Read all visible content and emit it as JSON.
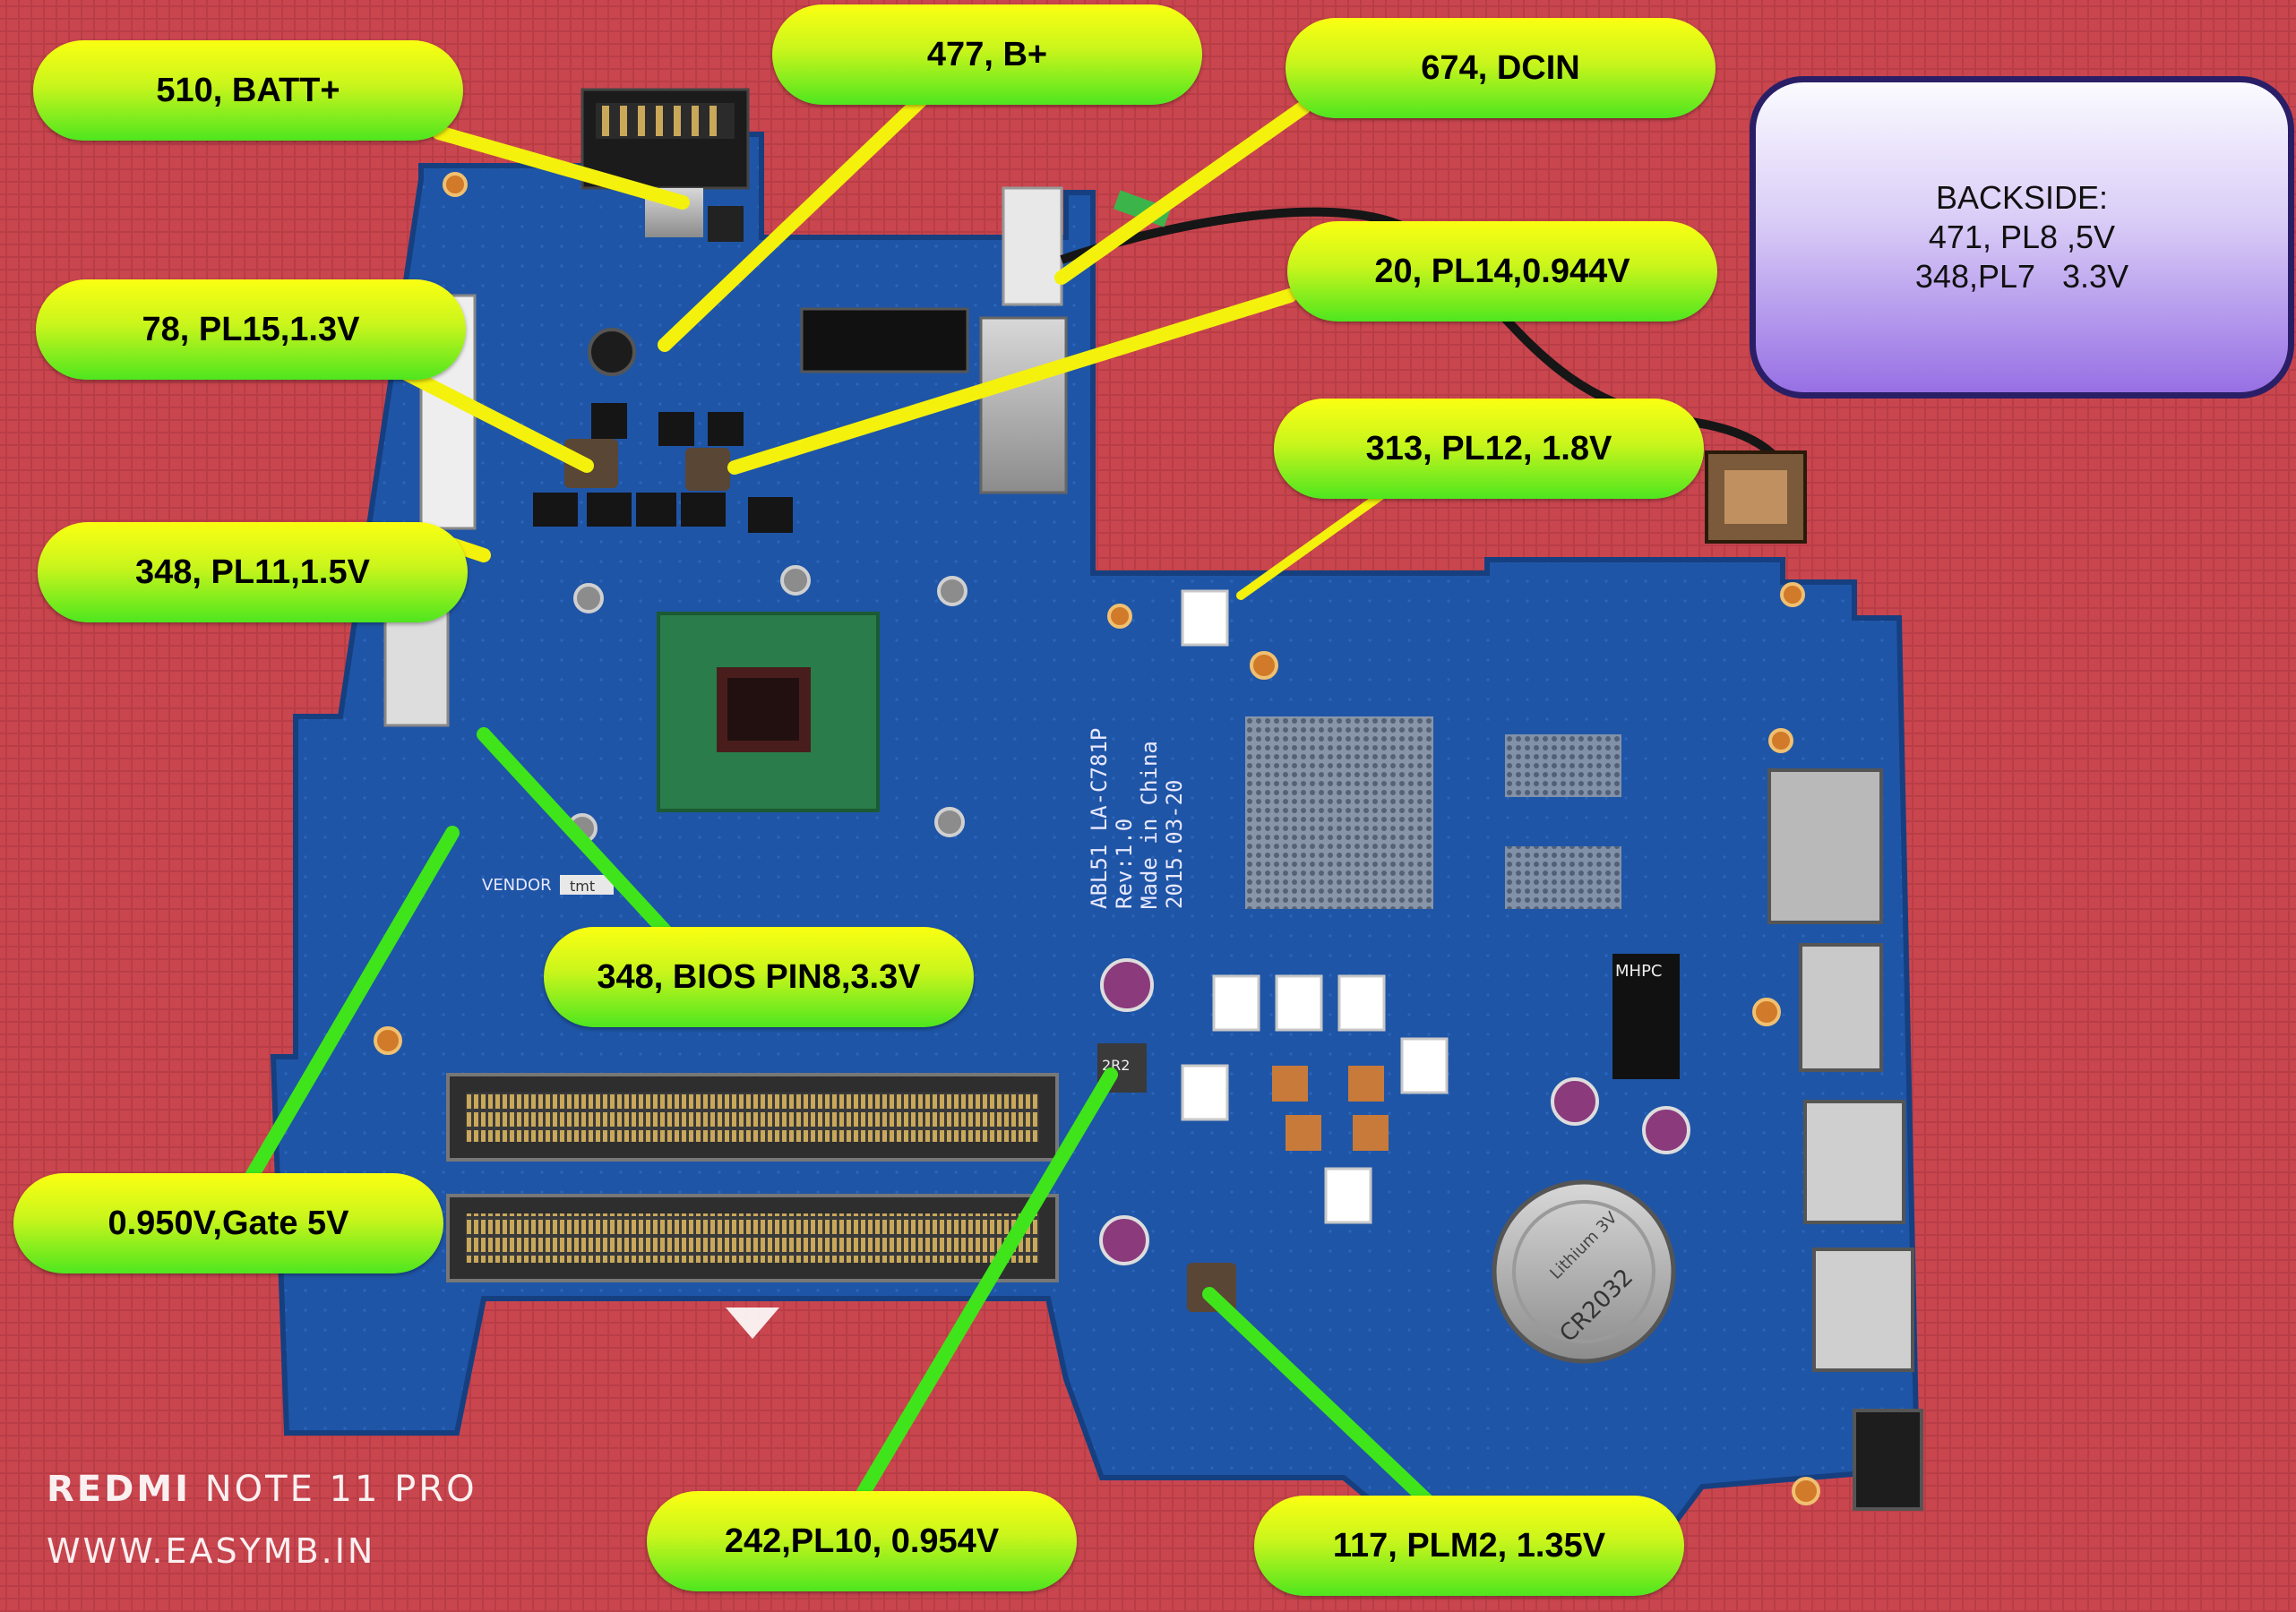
{
  "colors": {
    "background_cloth": "#c8444e",
    "board": "#1d4f9e",
    "label_top": "#fbff12",
    "label_bottom": "#4ee61f",
    "callout_line_yellow": "#f4f10d",
    "callout_line_green": "#3fe51a",
    "backside_border": "#2a1f66"
  },
  "labels": {
    "batt": "510, BATT+",
    "b_plus": "477, B+",
    "dcin": "674, DCIN",
    "pl14": "20, PL14,0.944V",
    "pl15": "78, PL15,1.3V",
    "pl12": "313, PL12, 1.8V",
    "pl11": "348, PL11,1.5V",
    "bios": "348, BIOS PIN8,3.3V",
    "gate": "0.950V,Gate 5V",
    "pl10": "242,PL10, 0.954V",
    "plm2": "117, PLM2, 1.35V"
  },
  "backside": {
    "lines": [
      "BACKSIDE:",
      "471, PL8 ,5V",
      "348,PL7   3.3V"
    ]
  },
  "board_silkscreen": {
    "model_lines": [
      "ABL51 LA-C781P",
      "Rev:1.0",
      "Made in China",
      "2015.03-20"
    ],
    "vendor": "VENDOR",
    "vendor_mark": "tmt",
    "battery_text": "CR2032",
    "battery_brand": "Lithium 3V",
    "chip_mark": "MHPC",
    "inductor_mark": "2R2"
  },
  "watermark": {
    "brand_bold": "REDMI",
    "brand_rest": " NOTE 11 PRO",
    "url": "WWW.EASYMB.IN"
  }
}
